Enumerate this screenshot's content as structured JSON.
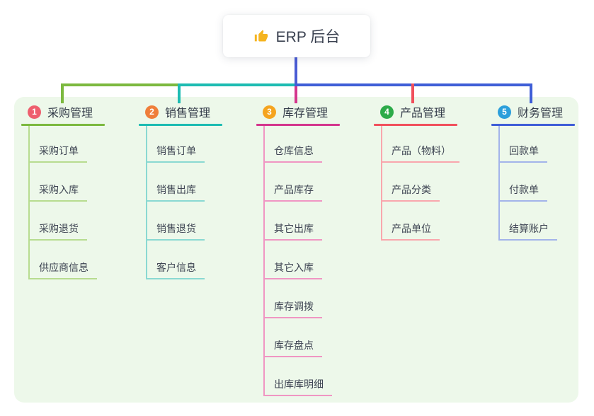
{
  "root": {
    "label": "ERP 后台",
    "icon": "thumbs-up-icon",
    "icon_color": "#f5b41f",
    "stem_color": "#4a5cd4"
  },
  "panel": {
    "background": "#edf8ea"
  },
  "branches": [
    {
      "num": "1",
      "label": "采购管理",
      "badge_color": "#ee5f6e",
      "line_color": "#7cb93f",
      "child_line_color": "#b7dc90",
      "children": [
        {
          "label": "采购订单"
        },
        {
          "label": "采购入库"
        },
        {
          "label": "采购退货"
        },
        {
          "label": "供应商信息"
        }
      ]
    },
    {
      "num": "2",
      "label": "销售管理",
      "badge_color": "#ef7e3a",
      "line_color": "#1dbcb2",
      "child_line_color": "#8ad9d2",
      "children": [
        {
          "label": "销售订单"
        },
        {
          "label": "销售出库"
        },
        {
          "label": "销售退货"
        },
        {
          "label": "客户信息"
        }
      ]
    },
    {
      "num": "3",
      "label": "库存管理",
      "badge_color": "#f5a41f",
      "line_color": "#d4368d",
      "child_line_color": "#f096c3",
      "children": [
        {
          "label": "仓库信息"
        },
        {
          "label": "产品库存"
        },
        {
          "label": "其它出库"
        },
        {
          "label": "其它入库"
        },
        {
          "label": "库存调拨"
        },
        {
          "label": "库存盘点"
        },
        {
          "label": "出库库明细"
        }
      ]
    },
    {
      "num": "4",
      "label": "产品管理",
      "badge_color": "#2cab49",
      "line_color": "#f1505c",
      "child_line_color": "#f9a7ad",
      "children": [
        {
          "label": "产品（物料）"
        },
        {
          "label": "产品分类"
        },
        {
          "label": "产品单位"
        }
      ]
    },
    {
      "num": "5",
      "label": "财务管理",
      "badge_color": "#2c9fdb",
      "line_color": "#3f5ed7",
      "child_line_color": "#a3b4ea",
      "children": [
        {
          "label": "回款单"
        },
        {
          "label": "付款单"
        },
        {
          "label": "结算账户"
        }
      ]
    }
  ]
}
